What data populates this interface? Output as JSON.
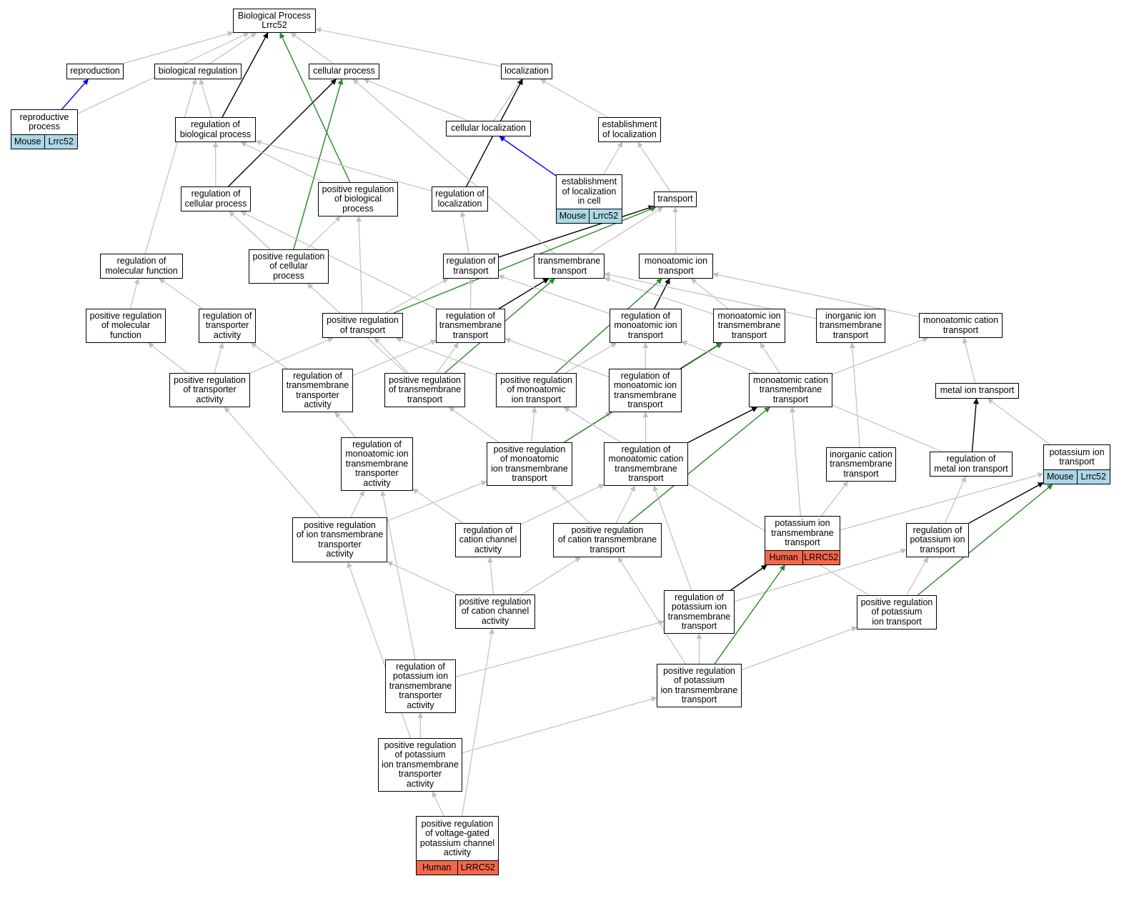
{
  "colors": {
    "gray": "#c0c0c0",
    "black": "#000000",
    "green": "#228b22",
    "blue": "#0000ff",
    "mouse": "#add8e6",
    "human": "#f4674c"
  },
  "nodes": [
    {
      "id": "bp",
      "label": "Biological Process\nLrrc52"
    },
    {
      "id": "repro",
      "label": "reproduction"
    },
    {
      "id": "bioreg",
      "label": "biological regulation"
    },
    {
      "id": "cellproc",
      "label": "cellular process"
    },
    {
      "id": "loc",
      "label": "localization"
    },
    {
      "id": "reproproc",
      "label": "reproductive\nprocess",
      "tags": [
        "Mouse",
        "Lrrc52"
      ],
      "tagColor": "mouse"
    },
    {
      "id": "regbp",
      "label": "regulation of\nbiological process"
    },
    {
      "id": "cellloc",
      "label": "cellular localization"
    },
    {
      "id": "estloc",
      "label": "establishment\nof localization"
    },
    {
      "id": "regcp",
      "label": "regulation of\ncellular process"
    },
    {
      "id": "posregbp",
      "label": "positive regulation\nof biological\nprocess"
    },
    {
      "id": "regloc",
      "label": "regulation of\nlocalization"
    },
    {
      "id": "estlocincell",
      "label": "establishment\nof localization\nin cell",
      "tags": [
        "Mouse",
        "Lrrc52"
      ],
      "tagColor": "mouse"
    },
    {
      "id": "transport",
      "label": "transport"
    },
    {
      "id": "regmf",
      "label": "regulation of\nmolecular function"
    },
    {
      "id": "posregcp",
      "label": "positive regulation\nof cellular\nprocess"
    },
    {
      "id": "regtr",
      "label": "regulation of\ntransport"
    },
    {
      "id": "tmtr",
      "label": "transmembrane\ntransport"
    },
    {
      "id": "maitr",
      "label": "monoatomic ion\ntransport"
    },
    {
      "id": "posregmf",
      "label": "positive regulation\nof molecular\nfunction"
    },
    {
      "id": "regtra",
      "label": "regulation of\ntransporter\nactivity"
    },
    {
      "id": "posregtr",
      "label": "positive regulation\nof transport"
    },
    {
      "id": "regtmtr",
      "label": "regulation of\ntransmembrane\ntransport"
    },
    {
      "id": "regmaitr",
      "label": "regulation of\nmonoatomic ion\ntransport"
    },
    {
      "id": "maitmtr",
      "label": "monoatomic ion\ntransmembrane\ntransport"
    },
    {
      "id": "inorgtmtr",
      "label": "inorganic ion\ntransmembrane\ntransport"
    },
    {
      "id": "macattr",
      "label": "monoatomic cation\ntransport"
    },
    {
      "id": "posregtra",
      "label": "positive regulation\nof transporter\nactivity"
    },
    {
      "id": "regtmtra",
      "label": "regulation of\ntransmembrane\ntransporter\nactivity"
    },
    {
      "id": "posregtmtr",
      "label": "positive regulation\nof transmembrane\ntransport"
    },
    {
      "id": "posregmaitr",
      "label": "positive regulation\nof monoatomic\nion transport"
    },
    {
      "id": "regmaitmtr",
      "label": "regulation of\nmonoatomic ion\ntransmembrane\ntransport"
    },
    {
      "id": "macattmtr",
      "label": "monoatomic cation\ntransmembrane\ntransport"
    },
    {
      "id": "metaltr",
      "label": "metal ion transport"
    },
    {
      "id": "regmaitmtra",
      "label": "regulation of\nmonoatomic ion\ntransmembrane\ntransporter\nactivity"
    },
    {
      "id": "posregmaitmtr",
      "label": "positive regulation\nof monoatomic\nion transmembrane\ntransport"
    },
    {
      "id": "regmacattmtr",
      "label": "regulation of\nmonoatomic cation\ntransmembrane\ntransport"
    },
    {
      "id": "inorgcattmtr",
      "label": "inorganic cation\ntransmembrane\ntransport"
    },
    {
      "id": "regmetaltr",
      "label": "regulation of\nmetal ion transport"
    },
    {
      "id": "ktr",
      "label": "potassium ion\ntransport",
      "tags": [
        "Mouse",
        "Lrrc52"
      ],
      "tagColor": "mouse"
    },
    {
      "id": "posregitmtra",
      "label": "positive regulation\nof ion transmembrane\ntransporter\nactivity"
    },
    {
      "id": "regcatchan",
      "label": "regulation of\ncation channel\nactivity"
    },
    {
      "id": "posregcattmtr",
      "label": "positive regulation\nof cation transmembrane\ntransport"
    },
    {
      "id": "ktmtr",
      "label": "potassium ion\ntransmembrane\ntransport",
      "tags": [
        "Human",
        "LRRC52"
      ],
      "tagColor": "human"
    },
    {
      "id": "regktr",
      "label": "regulation of\npotassium ion\ntransport"
    },
    {
      "id": "posregcatchan",
      "label": "positive regulation\nof cation channel\nactivity"
    },
    {
      "id": "regktmtr",
      "label": "regulation of\npotassium ion\ntransmembrane\ntransport"
    },
    {
      "id": "posregktr",
      "label": "positive regulation\nof potassium\nion transport"
    },
    {
      "id": "regktmtra",
      "label": "regulation of\npotassium ion\ntransmembrane\ntransporter\nactivity"
    },
    {
      "id": "posregktmtr",
      "label": "positive regulation\nof potassium\nion transmembrane\ntransport"
    },
    {
      "id": "posregktmtra",
      "label": "positive regulation\nof potassium\nion transmembrane\ntransporter\nactivity"
    },
    {
      "id": "posregvgk",
      "label": "positive regulation\nof voltage-gated\npotassium channel\nactivity",
      "tags": [
        "Human",
        "LRRC52"
      ],
      "tagColor": "human"
    }
  ],
  "edges": [
    {
      "from": "repro",
      "to": "bp",
      "color": "gray"
    },
    {
      "from": "bioreg",
      "to": "bp",
      "color": "gray"
    },
    {
      "from": "cellproc",
      "to": "bp",
      "color": "gray"
    },
    {
      "from": "loc",
      "to": "bp",
      "color": "gray"
    },
    {
      "from": "reproproc",
      "to": "bp",
      "color": "gray"
    },
    {
      "from": "reproproc",
      "to": "repro",
      "color": "blue"
    },
    {
      "from": "regbp",
      "to": "bioreg",
      "color": "gray"
    },
    {
      "from": "regbp",
      "to": "bp",
      "color": "black"
    },
    {
      "from": "cellloc",
      "to": "cellproc",
      "color": "gray"
    },
    {
      "from": "cellloc",
      "to": "loc",
      "color": "gray"
    },
    {
      "from": "estloc",
      "to": "loc",
      "color": "gray"
    },
    {
      "from": "regcp",
      "to": "regbp",
      "color": "gray"
    },
    {
      "from": "regcp",
      "to": "cellproc",
      "color": "black"
    },
    {
      "from": "posregbp",
      "to": "regbp",
      "color": "gray"
    },
    {
      "from": "posregbp",
      "to": "bp",
      "color": "green"
    },
    {
      "from": "regloc",
      "to": "regbp",
      "color": "gray"
    },
    {
      "from": "regloc",
      "to": "loc",
      "color": "black"
    },
    {
      "from": "estlocincell",
      "to": "estloc",
      "color": "gray"
    },
    {
      "from": "estlocincell",
      "to": "cellloc",
      "color": "blue"
    },
    {
      "from": "transport",
      "to": "estloc",
      "color": "gray"
    },
    {
      "from": "regmf",
      "to": "bioreg",
      "color": "gray"
    },
    {
      "from": "posregcp",
      "to": "regcp",
      "color": "gray"
    },
    {
      "from": "posregcp",
      "to": "posregbp",
      "color": "gray"
    },
    {
      "from": "posregcp",
      "to": "cellproc",
      "color": "green"
    },
    {
      "from": "regtr",
      "to": "regloc",
      "color": "gray"
    },
    {
      "from": "regtr",
      "to": "transport",
      "color": "black"
    },
    {
      "from": "tmtr",
      "to": "transport",
      "color": "gray"
    },
    {
      "from": "tmtr",
      "to": "cellproc",
      "color": "gray"
    },
    {
      "from": "maitr",
      "to": "transport",
      "color": "gray"
    },
    {
      "from": "posregmf",
      "to": "regmf",
      "color": "gray"
    },
    {
      "from": "regtra",
      "to": "regmf",
      "color": "gray"
    },
    {
      "from": "posregtr",
      "to": "regtr",
      "color": "gray"
    },
    {
      "from": "posregtr",
      "to": "posregbp",
      "color": "gray"
    },
    {
      "from": "posregtr",
      "to": "transport",
      "color": "green"
    },
    {
      "from": "regtmtr",
      "to": "regtr",
      "color": "gray"
    },
    {
      "from": "regtmtr",
      "to": "tmtr",
      "color": "black"
    },
    {
      "from": "regtmtr",
      "to": "regcp",
      "color": "gray"
    },
    {
      "from": "regmaitr",
      "to": "regtr",
      "color": "gray"
    },
    {
      "from": "regmaitr",
      "to": "maitr",
      "color": "black"
    },
    {
      "from": "maitmtr",
      "to": "maitr",
      "color": "gray"
    },
    {
      "from": "maitmtr",
      "to": "tmtr",
      "color": "gray"
    },
    {
      "from": "inorgtmtr",
      "to": "tmtr",
      "color": "gray"
    },
    {
      "from": "macattr",
      "to": "maitr",
      "color": "gray"
    },
    {
      "from": "posregtra",
      "to": "posregmf",
      "color": "gray"
    },
    {
      "from": "posregtra",
      "to": "regtra",
      "color": "gray"
    },
    {
      "from": "posregtra",
      "to": "posregtr",
      "color": "gray"
    },
    {
      "from": "regtmtra",
      "to": "regtra",
      "color": "gray"
    },
    {
      "from": "regtmtra",
      "to": "regtmtr",
      "color": "gray"
    },
    {
      "from": "posregtmtr",
      "to": "posregtr",
      "color": "gray"
    },
    {
      "from": "posregtmtr",
      "to": "regtmtr",
      "color": "gray"
    },
    {
      "from": "posregtmtr",
      "to": "tmtr",
      "color": "green"
    },
    {
      "from": "posregtmtr",
      "to": "posregcp",
      "color": "gray"
    },
    {
      "from": "posregmaitr",
      "to": "posregtr",
      "color": "gray"
    },
    {
      "from": "posregmaitr",
      "to": "regmaitr",
      "color": "gray"
    },
    {
      "from": "posregmaitr",
      "to": "maitr",
      "color": "green"
    },
    {
      "from": "regmaitmtr",
      "to": "regmaitr",
      "color": "gray"
    },
    {
      "from": "regmaitmtr",
      "to": "regtmtr",
      "color": "gray"
    },
    {
      "from": "regmaitmtr",
      "to": "maitmtr",
      "color": "black"
    },
    {
      "from": "macattmtr",
      "to": "maitmtr",
      "color": "gray"
    },
    {
      "from": "macattmtr",
      "to": "macattr",
      "color": "gray"
    },
    {
      "from": "metaltr",
      "to": "macattr",
      "color": "gray"
    },
    {
      "from": "regmaitmtra",
      "to": "regtmtra",
      "color": "gray"
    },
    {
      "from": "posregmaitmtr",
      "to": "posregtmtr",
      "color": "gray"
    },
    {
      "from": "posregmaitmtr",
      "to": "posregmaitr",
      "color": "gray"
    },
    {
      "from": "posregmaitmtr",
      "to": "regmaitmtr",
      "color": "gray"
    },
    {
      "from": "posregmaitmtr",
      "to": "maitmtr",
      "color": "green"
    },
    {
      "from": "regmacattmtr",
      "to": "regmaitmtr",
      "color": "gray"
    },
    {
      "from": "regmacattmtr",
      "to": "macattmtr",
      "color": "black"
    },
    {
      "from": "inorgcattmtr",
      "to": "inorgtmtr",
      "color": "gray"
    },
    {
      "from": "regmetaltr",
      "to": "metaltr",
      "color": "black"
    },
    {
      "from": "regmetaltr",
      "to": "regmaitr",
      "color": "gray"
    },
    {
      "from": "ktr",
      "to": "metaltr",
      "color": "gray"
    },
    {
      "from": "posregitmtra",
      "to": "posregtra",
      "color": "gray"
    },
    {
      "from": "posregitmtra",
      "to": "regmaitmtra",
      "color": "gray"
    },
    {
      "from": "posregitmtra",
      "to": "posregmaitmtr",
      "color": "gray"
    },
    {
      "from": "regcatchan",
      "to": "regmaitmtra",
      "color": "gray"
    },
    {
      "from": "regcatchan",
      "to": "regmacattmtr",
      "color": "gray"
    },
    {
      "from": "posregcattmtr",
      "to": "posregmaitmtr",
      "color": "gray"
    },
    {
      "from": "posregcattmtr",
      "to": "regmacattmtr",
      "color": "gray"
    },
    {
      "from": "posregcattmtr",
      "to": "macattmtr",
      "color": "green"
    },
    {
      "from": "ktmtr",
      "to": "macattmtr",
      "color": "gray"
    },
    {
      "from": "ktmtr",
      "to": "inorgcattmtr",
      "color": "gray"
    },
    {
      "from": "ktmtr",
      "to": "ktr",
      "color": "gray"
    },
    {
      "from": "regktr",
      "to": "regmetaltr",
      "color": "gray"
    },
    {
      "from": "regktr",
      "to": "ktr",
      "color": "black"
    },
    {
      "from": "posregcatchan",
      "to": "posregitmtra",
      "color": "gray"
    },
    {
      "from": "posregcatchan",
      "to": "regcatchan",
      "color": "gray"
    },
    {
      "from": "posregcatchan",
      "to": "posregcattmtr",
      "color": "gray"
    },
    {
      "from": "regktmtr",
      "to": "regmacattmtr",
      "color": "gray"
    },
    {
      "from": "regktmtr",
      "to": "regktr",
      "color": "gray"
    },
    {
      "from": "regktmtr",
      "to": "ktmtr",
      "color": "black"
    },
    {
      "from": "posregktr",
      "to": "regktr",
      "color": "gray"
    },
    {
      "from": "posregktr",
      "to": "ktr",
      "color": "green"
    },
    {
      "from": "posregktr",
      "to": "posregmaitr",
      "color": "gray"
    },
    {
      "from": "regktmtra",
      "to": "regmaitmtra",
      "color": "gray"
    },
    {
      "from": "regktmtra",
      "to": "regktmtr",
      "color": "gray"
    },
    {
      "from": "posregktmtr",
      "to": "posregcattmtr",
      "color": "gray"
    },
    {
      "from": "posregktmtr",
      "to": "regktmtr",
      "color": "gray"
    },
    {
      "from": "posregktmtr",
      "to": "posregktr",
      "color": "gray"
    },
    {
      "from": "posregktmtr",
      "to": "ktmtr",
      "color": "green"
    },
    {
      "from": "posregktmtra",
      "to": "posregitmtra",
      "color": "gray"
    },
    {
      "from": "posregktmtra",
      "to": "regktmtra",
      "color": "gray"
    },
    {
      "from": "posregktmtra",
      "to": "posregktmtr",
      "color": "gray"
    },
    {
      "from": "posregvgk",
      "to": "posregktmtra",
      "color": "gray"
    },
    {
      "from": "posregvgk",
      "to": "posregcatchan",
      "color": "gray"
    }
  ]
}
